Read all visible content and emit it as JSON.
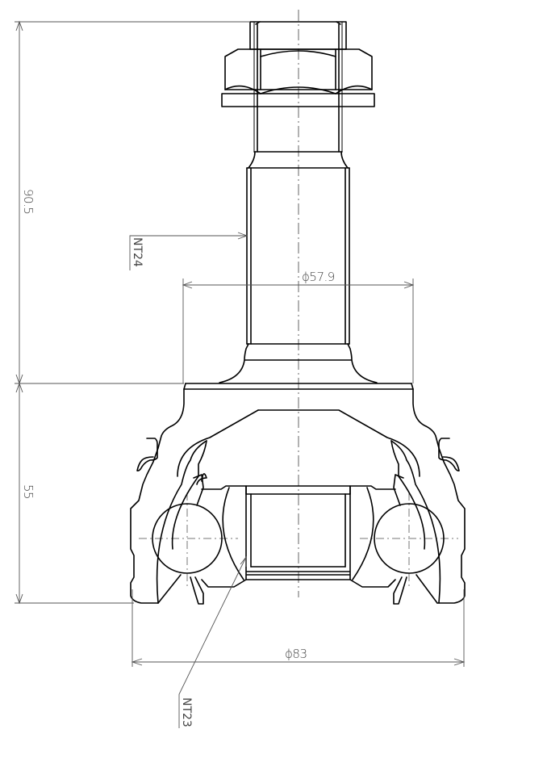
{
  "drawing": {
    "title": "CV joint outer (drive shaft end) technical drawing",
    "line_color": "#000000",
    "dimension_color": "#555555"
  },
  "dimensions": {
    "overall_upper_height": "90.5",
    "body_height": "55",
    "flange_diameter": "ϕ57.9",
    "outer_diameter": "ϕ83"
  },
  "callouts": {
    "shaft_thread": "NT24",
    "inner_spline": "NT23"
  }
}
